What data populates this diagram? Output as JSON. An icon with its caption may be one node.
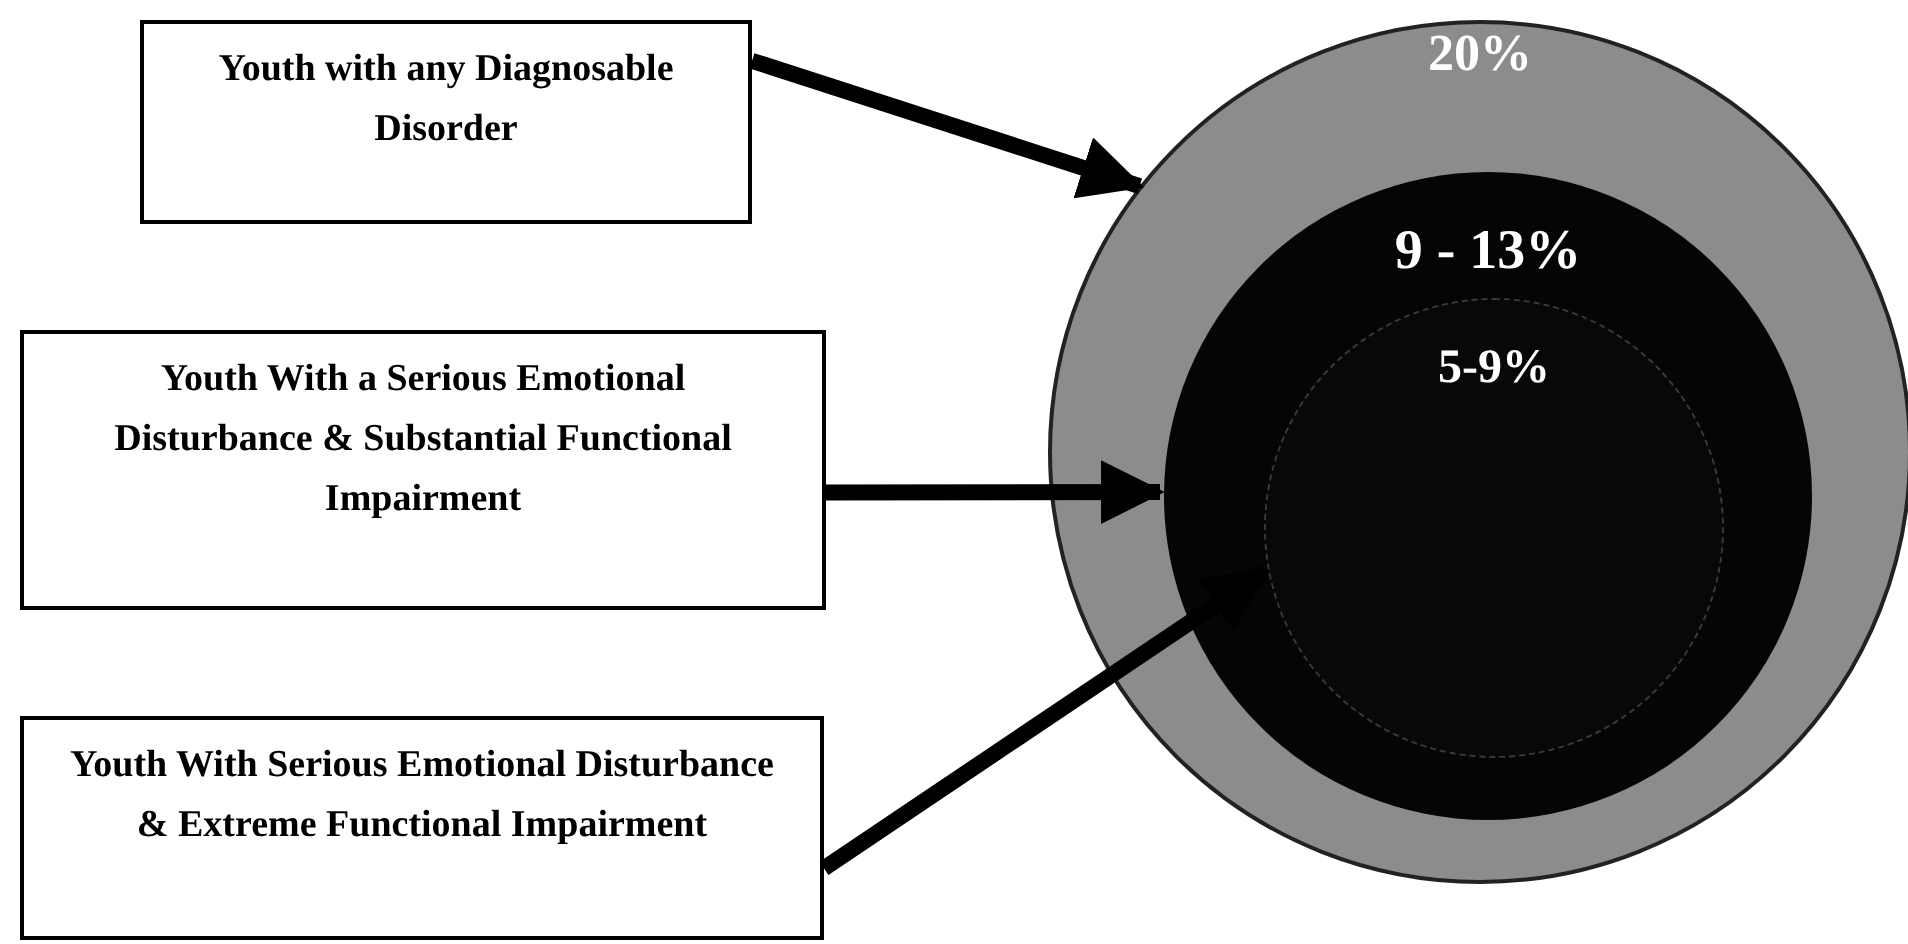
{
  "diagram": {
    "nodes": [
      {
        "text": [
          "Youth with any Diagnosable Disorder"
        ]
      },
      {
        "text": [
          "Youth With a Serious Emotional Disturbance & Substantial Functional Impairment"
        ]
      },
      {
        "text": [
          "Youth With Serious Emotional Disturbance & Extreme Functional Impairment"
        ]
      },
      {
        "text": [
          "20%"
        ]
      },
      {
        "text": [
          "9 - 13%"
        ],
        "in": 3
      },
      {
        "text": [
          "5-9%"
        ],
        "in": 4
      }
    ],
    "edges": [
      {
        "from": 0,
        "to": 3,
        "arrow": "to"
      },
      {
        "from": 1,
        "to": 4,
        "arrow": "to"
      },
      {
        "from": 2,
        "to": 5,
        "arrow": "to"
      }
    ]
  }
}
